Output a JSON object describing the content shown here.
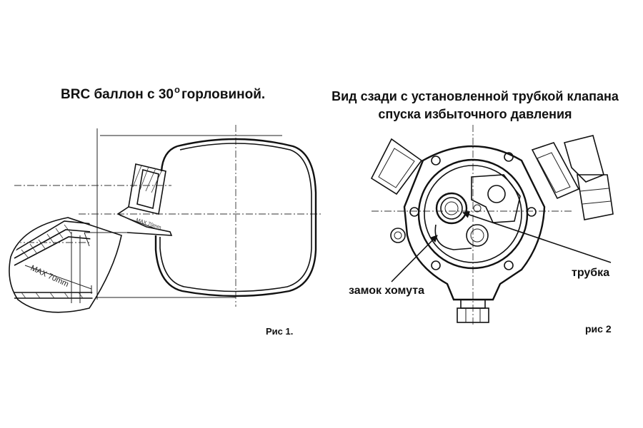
{
  "figure1": {
    "title_main": "BRC баллон с 30",
    "title_degree": "o",
    "title_tail": "горловиной.",
    "caption": "Рис 1.",
    "detail_text": "MAX 70mm",
    "detail_text_small": "MAX 70mm"
  },
  "figure2": {
    "title_line1": "Вид сзади с установленной трубкой клапана",
    "title_line2": "спуска избыточного давления",
    "caption": "рис 2",
    "callout_tube": "трубка",
    "callout_clamp": "замок хомута"
  }
}
